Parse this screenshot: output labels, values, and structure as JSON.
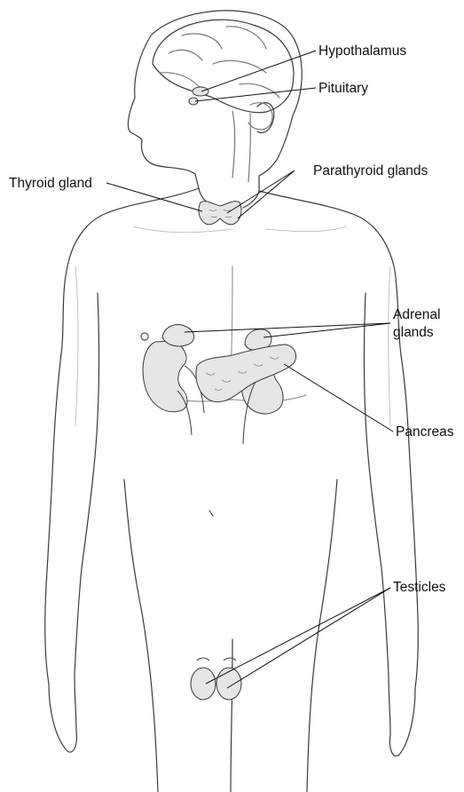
{
  "diagram": {
    "labels": {
      "hypothalamus": "Hypothalamus",
      "pituitary": "Pituitary",
      "thyroid": "Thyroid gland",
      "parathyroid": "Parathyroid glands",
      "adrenal": "Adrenal glands",
      "pancreas": "Pancreas",
      "testicles": "Testicles"
    },
    "colors": {
      "outline": "#3a3a3a",
      "shading": "#b5b5b5",
      "organ_fill": "#e6e6e6",
      "leader": "#111111"
    }
  }
}
